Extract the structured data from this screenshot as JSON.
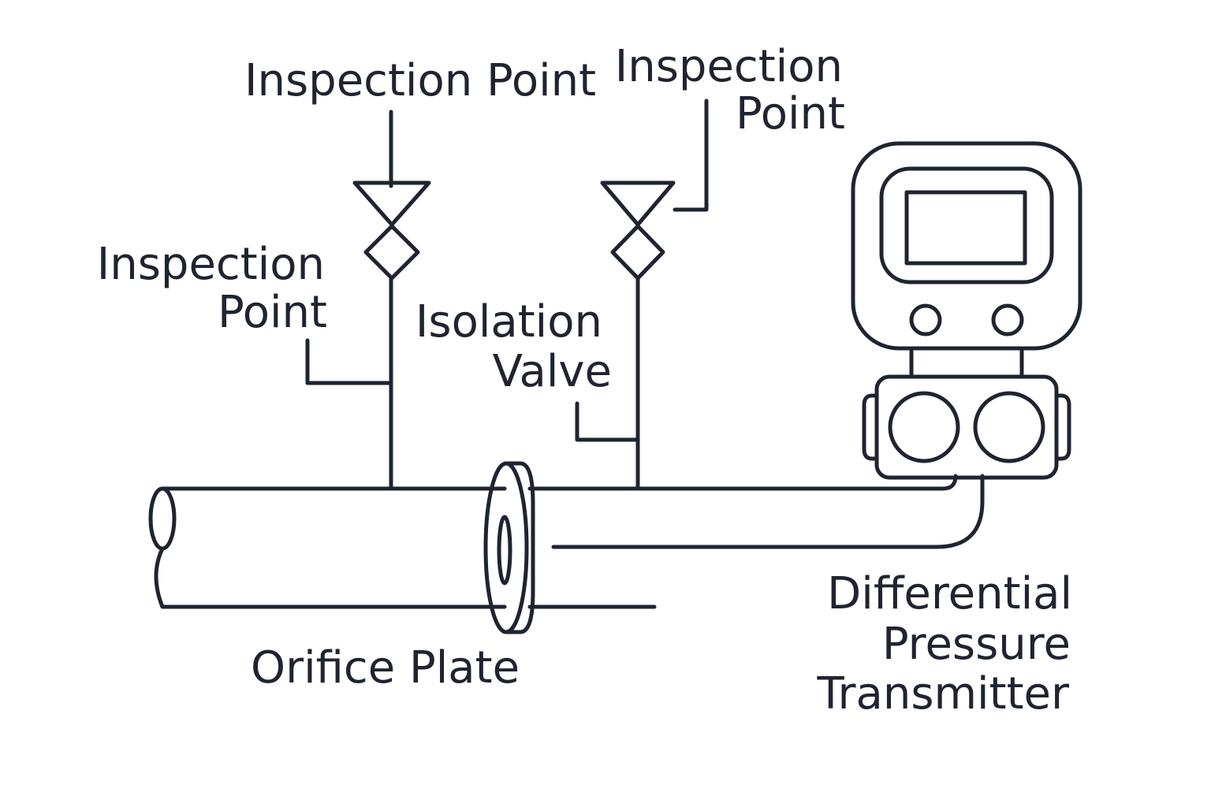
{
  "colors": {
    "ink": "#1f2430",
    "background": "#ffffff"
  },
  "labels": {
    "inspection_point_top_left": "Inspection Point",
    "inspection_point_top_right": [
      "Inspection",
      "Point"
    ],
    "inspection_point_left": [
      "Inspection",
      "Point"
    ],
    "isolation_valve": [
      "Isolation",
      "Valve"
    ],
    "orifice_plate": "Orifice Plate",
    "transmitter": [
      "Differential",
      "Pressure",
      "Transmitter"
    ]
  },
  "icons": {
    "valve_left": "gate-valve-icon",
    "valve_right": "gate-valve-icon",
    "transmitter": "dp-transmitter-icon",
    "orifice": "orifice-plate-icon"
  }
}
